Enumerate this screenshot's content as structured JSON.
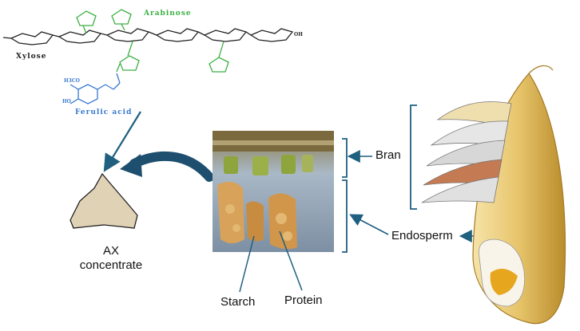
{
  "molecule": {
    "xylose": "Xylose",
    "arabinose": "Arabinose",
    "ferulic_acid": "Ferulic acid",
    "methoxy": "H3CO",
    "hydroxyl": "HO",
    "hydroxyl_r": "OH"
  },
  "labels": {
    "ax_line1": "AX",
    "ax_line2": "concentrate",
    "bran": "Bran",
    "endosperm": "Endosperm",
    "starch": "Starch",
    "protein": "Protein"
  },
  "colors": {
    "xylose": "#222222",
    "arabinose": "#3cb043",
    "ferulic": "#3a7ad0",
    "arrow": "#1f5f80",
    "grain": "#d9b04a",
    "ax_powder": "#e0d2b4"
  }
}
